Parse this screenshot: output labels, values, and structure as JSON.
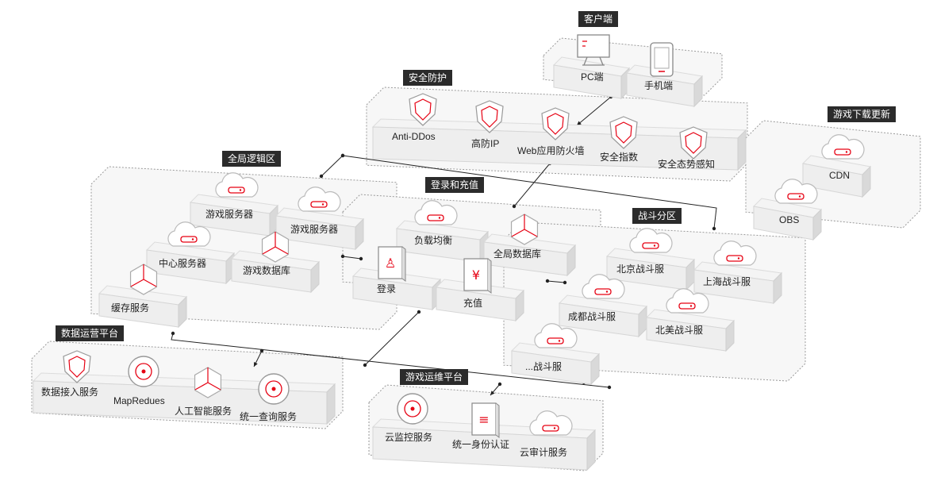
{
  "groups": {
    "client": {
      "title": "客户端",
      "items": [
        {
          "label": "PC端",
          "icon": "monitor-icon"
        },
        {
          "label": "手机端",
          "icon": "mobile-phone-icon"
        }
      ]
    },
    "security": {
      "title": "安全防护",
      "items": [
        {
          "label": "Anti-DDos",
          "icon": "shield-drop-icon"
        },
        {
          "label": "高防IP",
          "icon": "shield-triangle-icon"
        },
        {
          "label": "Web应用防火墙",
          "icon": "shield-firewall-icon"
        },
        {
          "label": "安全指数",
          "icon": "shield-gauge-icon"
        },
        {
          "label": "安全态势感知",
          "icon": "shield-chart-icon"
        }
      ]
    },
    "download": {
      "title": "游戏下载更新",
      "items": [
        {
          "label": "CDN",
          "icon": "cloud-network-icon"
        },
        {
          "label": "OBS",
          "icon": "cloud-upload-icon"
        }
      ]
    },
    "global_logic": {
      "title": "全局逻辑区",
      "items": [
        {
          "label": "游戏服务器",
          "icon": "cloud-server-icon"
        },
        {
          "label": "游戏服务器",
          "icon": "cloud-server-icon"
        },
        {
          "label": "中心服务器",
          "icon": "cloud-server-icon"
        },
        {
          "label": "游戏数据库",
          "icon": "hexagon-database-icon"
        },
        {
          "label": "缓存服务",
          "icon": "hexagon-cache-icon"
        }
      ]
    },
    "login": {
      "title": "登录和充值",
      "items": [
        {
          "label": "负载均衡",
          "icon": "cloud-load-balancer-icon"
        },
        {
          "label": "全局数据库",
          "icon": "hexagon-database-icon"
        },
        {
          "label": "登录",
          "icon": "user-card-icon"
        },
        {
          "label": "充值",
          "icon": "yuan-card-icon"
        }
      ]
    },
    "battle": {
      "title": "战斗分区",
      "items": [
        {
          "label": "北京战斗服",
          "icon": "cloud-server-icon"
        },
        {
          "label": "上海战斗服",
          "icon": "cloud-server-icon"
        },
        {
          "label": "成都战斗服",
          "icon": "cloud-server-icon"
        },
        {
          "label": "北美战斗服",
          "icon": "cloud-server-icon"
        },
        {
          "label": "...战斗服",
          "icon": "cloud-server-icon"
        }
      ]
    },
    "data_ops": {
      "title": "数据运营平台",
      "items": [
        {
          "label": "数据接入服务",
          "icon": "data-access-icon"
        },
        {
          "label": "MapRedues",
          "icon": "elephant-icon"
        },
        {
          "label": "人工智能服务",
          "icon": "ai-brain-icon"
        },
        {
          "label": "统一查询服务",
          "icon": "query-search-icon"
        }
      ]
    },
    "game_ops": {
      "title": "游戏运维平台",
      "items": [
        {
          "label": "云监控服务",
          "icon": "monitor-dial-icon"
        },
        {
          "label": "统一身份认证",
          "icon": "identity-card-icon"
        },
        {
          "label": "云审计服务",
          "icon": "cloud-audit-icon"
        }
      ]
    }
  },
  "colors": {
    "accent": "#e60012",
    "box_top": "#eeeeee",
    "box_side": "#d9d9d9",
    "tag_bg": "#2b2b2b",
    "line": "#222222"
  }
}
